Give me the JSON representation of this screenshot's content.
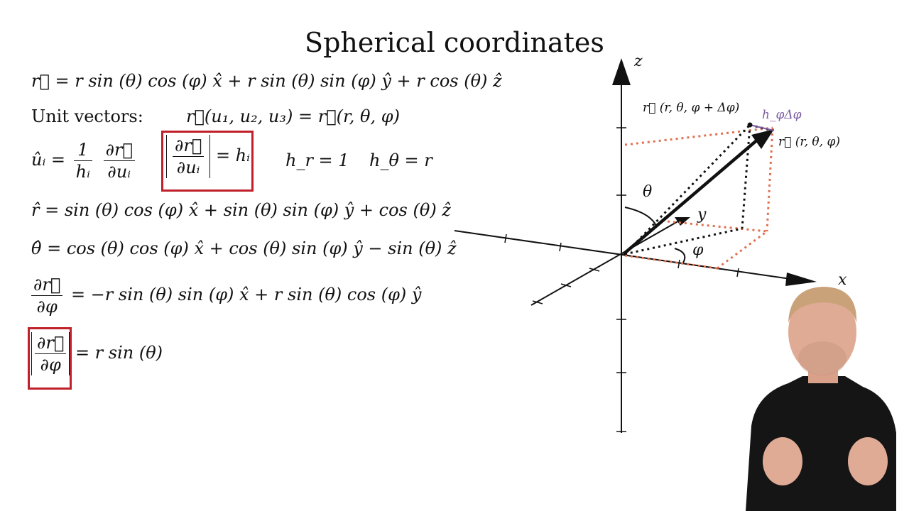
{
  "title": "Spherical coordinates",
  "equations": {
    "r_vector": "r⃗ = r sin (θ) cos (φ) x̂ + r sin (θ) sin (φ) ŷ + r cos (θ) ẑ",
    "unit_vectors_label": "Unit vectors:",
    "unit_vectors_def": "r⃗(u₁, u₂, u₃) = r⃗(r, θ, φ)",
    "u_hat_lhs": "ûᵢ =",
    "u_hat_num": "1",
    "u_hat_den": "hᵢ",
    "u_hat_num2": "∂r⃗",
    "u_hat_den2": "∂uᵢ",
    "box1_num": "∂r⃗",
    "box1_den": "∂uᵢ",
    "box1_rhs": "= hᵢ",
    "h_r": "h_r = 1",
    "h_theta": "h_θ = r",
    "r_hat": "r̂ = sin (θ) cos (φ) x̂ + sin (θ) sin (φ) ŷ + cos (θ) ẑ",
    "theta_hat": "θ̂ = cos (θ) cos (φ) x̂ + cos (θ) sin (φ) ŷ − sin (θ) ẑ",
    "dr_dphi_num": "∂r⃗",
    "dr_dphi_den": "∂φ",
    "dr_dphi_rhs": "= −r sin (θ) sin (φ) x̂ + r sin (θ) cos (φ) ŷ",
    "box2_num": "∂r⃗",
    "box2_den": "∂φ",
    "box2_rhs": "= r sin (θ)"
  },
  "diagram": {
    "z_label": "z",
    "x_label": "x",
    "y_label": "y",
    "theta_label": "θ",
    "phi_label": "φ",
    "vec_label_shifted": "r⃗ (r, θ, φ + Δφ)",
    "vec_label": "r⃗ (r, θ, φ)",
    "h_phi_label": "h_φΔφ"
  },
  "colors": {
    "highlight_box": "#c0202a",
    "dotted_orange": "#e07050",
    "h_phi_purple": "#7a5aa0"
  }
}
